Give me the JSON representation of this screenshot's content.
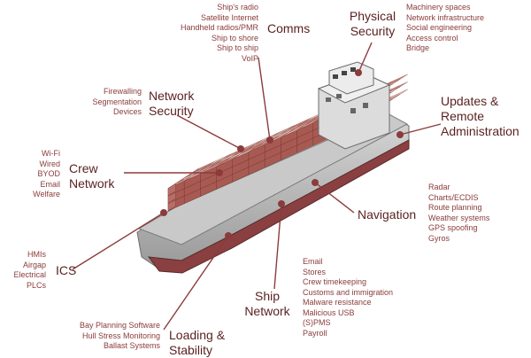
{
  "colors": {
    "accent": "#8b3b3b",
    "title": "#5a1f1f",
    "hull": "#b7b7b7",
    "hull_red": "#8a4040",
    "deck": "#c9c9c9",
    "container_dark": "#a85a52",
    "container_light": "#e7c9c2"
  },
  "groups": {
    "comms": {
      "title": "Comms",
      "items": [
        "Ship's radio",
        "Satellite Internet",
        "Handheld radios/PMR",
        "Ship to shore",
        "Ship to ship",
        "VoIP"
      ]
    },
    "physical_security": {
      "title_lines": [
        "Physical",
        "Security"
      ],
      "items": [
        "Machinery spaces",
        "Network infrastructure",
        "Social engineering",
        "Access control",
        "Bridge"
      ]
    },
    "network_security": {
      "title_lines": [
        "Network",
        "Security"
      ],
      "items": [
        "Firewalling",
        "Segmentation",
        "Devices"
      ]
    },
    "updates": {
      "title_lines": [
        "Updates &",
        "Remote",
        "Administration"
      ]
    },
    "crew_network": {
      "title_lines": [
        "Crew",
        "Network"
      ],
      "items": [
        "Wi-Fi",
        "Wired",
        "BYOD",
        "Email",
        "Welfare"
      ]
    },
    "navigation": {
      "title": "Navigation",
      "items": [
        "Radar",
        "Charts/ECDIS",
        "Route planning",
        "Weather systems",
        "GPS spoofing",
        "Gyros"
      ]
    },
    "ics": {
      "title": "ICS",
      "items": [
        "HMIs",
        "Airgap",
        "Electrical",
        "PLCs"
      ]
    },
    "ship_network": {
      "title_lines": [
        "Ship",
        "Network"
      ],
      "items": [
        "Email",
        "Stores",
        "Crew timekeeping",
        "Customs and immigration",
        "Malware resistance",
        "Malicious USB",
        "(S)PMS",
        "Payroll"
      ]
    },
    "loading": {
      "title_lines": [
        "Loading &",
        "Stability"
      ],
      "items": [
        "Bay Planning Software",
        "Hull Stress Monitoring",
        "Ballast Systems"
      ]
    }
  }
}
